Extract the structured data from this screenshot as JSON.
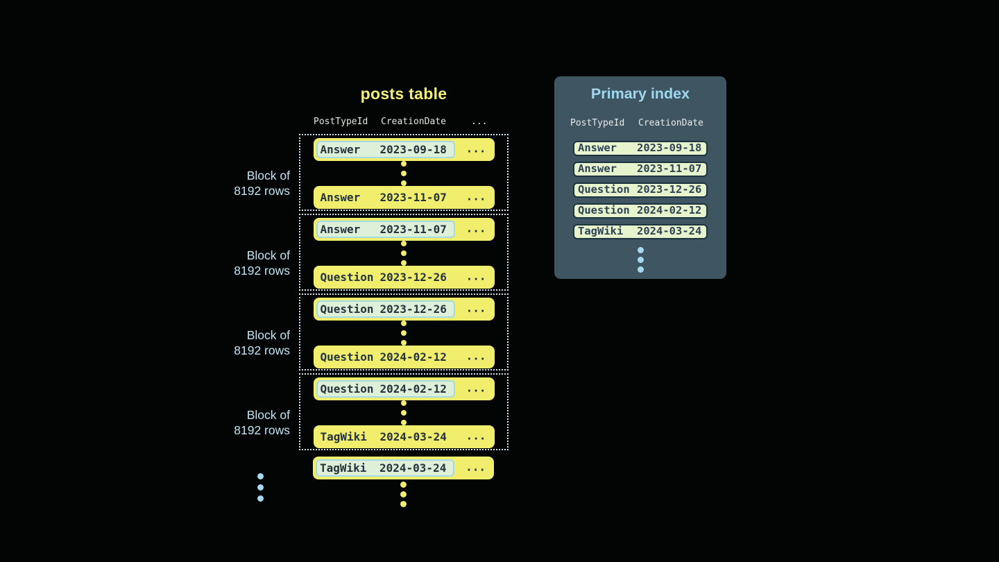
{
  "posts_table": {
    "title": "posts table",
    "columns": {
      "col1": "PostTypeId",
      "col2": "CreationDate",
      "col3": "..."
    },
    "block_label": {
      "line1": "Block of",
      "line2": "8192 rows"
    },
    "ellipsis": "...",
    "blocks": [
      {
        "first": {
          "type": "Answer",
          "date": "2023-09-18"
        },
        "last": {
          "type": "Answer",
          "date": "2023-11-07"
        }
      },
      {
        "first": {
          "type": "Answer",
          "date": "2023-11-07"
        },
        "last": {
          "type": "Question",
          "date": "2023-12-26"
        }
      },
      {
        "first": {
          "type": "Question",
          "date": "2023-12-26"
        },
        "last": {
          "type": "Question",
          "date": "2024-02-12"
        }
      },
      {
        "first": {
          "type": "Question",
          "date": "2024-02-12"
        },
        "last": {
          "type": "TagWiki",
          "date": "2024-03-24"
        }
      }
    ],
    "overflow_row": {
      "type": "TagWiki",
      "date": "2024-03-24"
    }
  },
  "primary_index": {
    "title": "Primary index",
    "columns": {
      "col1": "PostTypeId",
      "col2": "CreationDate"
    },
    "rows": [
      {
        "type": "Answer",
        "date": "2023-09-18"
      },
      {
        "type": "Answer",
        "date": "2023-11-07"
      },
      {
        "type": "Question",
        "date": "2023-12-26"
      },
      {
        "type": "Question",
        "date": "2024-02-12"
      },
      {
        "type": "TagWiki",
        "date": "2024-03-24"
      }
    ]
  },
  "colors": {
    "background": "#030404",
    "row_yellow": "#f1ee6e",
    "highlight_green": "#dff0d8",
    "highlight_border_blue": "#a6d9e6",
    "dotted_border": "#d6edf6",
    "panel_slate": "#3f5562",
    "index_row_green": "#e7f3cd",
    "accent_blue": "#a6d9ee",
    "title_yellow": "#f3ef7d",
    "title_blue": "#9ed8ee"
  }
}
